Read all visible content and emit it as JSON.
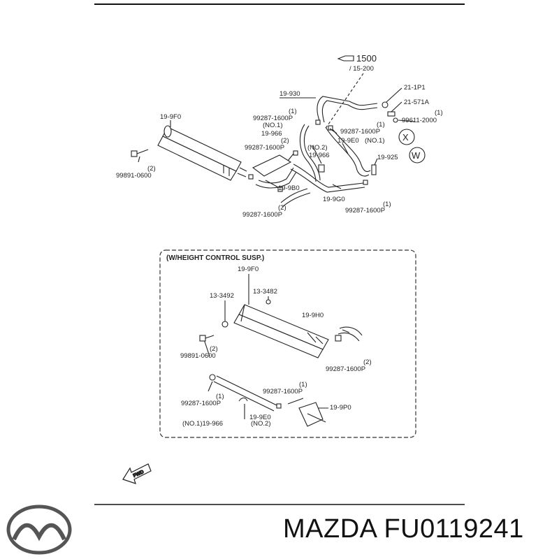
{
  "labels": {
    "ref_1500": "1500",
    "ref_15_200": "/ 15-200",
    "l_19_930": "19-930",
    "l_21_1p1": "21-1P1",
    "l_21_571a": "21-571A",
    "l_99611_q": "(1)",
    "l_99611": "99611-2000",
    "l_19_9f0": "19-9F0",
    "l_99287_a_q": "(1)",
    "l_99287_a": "99287-1600P",
    "l_no1_a": "(NO.1)",
    "l_19_966_a": "19-966",
    "l_99287_b_q": "(1)",
    "l_99287_b": "99287-1600P",
    "l_19_9e0": "19-9E0",
    "l_no1_b": "(NO.1)",
    "l_99287_c_q": "(2)",
    "l_99287_c": "99287-1600P",
    "l_no2": "(NO.2)",
    "l_19_966_b": "19-966",
    "l_19_925": "19-925",
    "l_99891_q": "(2)",
    "l_99891": "99891-0600",
    "l_19_9b0": "19-9B0",
    "l_19_9g0": "19-9G0",
    "l_99287_d_q": "(2)",
    "l_99287_d": "99287-1600P",
    "l_99287_e_q": "(1)",
    "l_99287_e": "99287-1600P",
    "circle_x": "X",
    "circle_w": "W"
  },
  "inset": {
    "title": "(W/HEIGHT CONTROL SUSP.)",
    "l_19_9f0": "19-9F0",
    "l_13_3492": "13-3492",
    "l_13_3482": "13-3482",
    "l_19_9h0": "19-9H0",
    "l_99891_q": "(2)",
    "l_99891": "99891-0600",
    "l_99287_a_q": "(2)",
    "l_99287_a": "99287-1600P",
    "l_99287_b_q": "(1)",
    "l_99287_b": "99287-1600P",
    "l_99287_c_q": "(1)",
    "l_99287_c": "99287-1600P",
    "l_19_9p0": "19-9P0",
    "l_19_966": "(NO.1)19-966",
    "l_19_9e0": "19-9E0",
    "l_no2": "(NO.2)"
  },
  "fwd_label": "FWD",
  "footer": {
    "brand": "MAZDA",
    "part_number": "FU0119241"
  }
}
